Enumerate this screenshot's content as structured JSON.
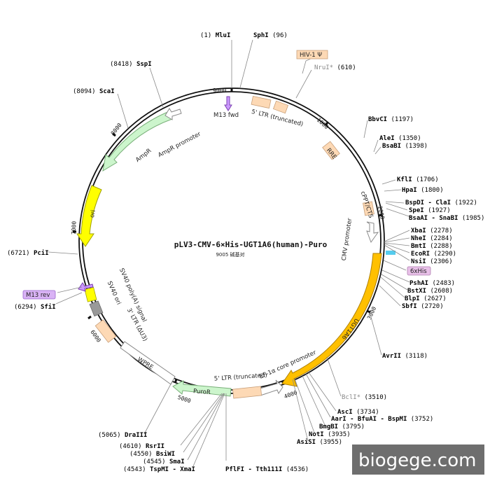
{
  "plasmid": {
    "name": "pLV3-CMV-6×His-UGT1A6(human)-Puro",
    "size_label": "9005 碱基对",
    "total_bp": 9005
  },
  "ticks": [
    "9000",
    "1000",
    "2000",
    "3000",
    "4000",
    "5000",
    "6000",
    "7000",
    "8000"
  ],
  "colors": {
    "ampr": "#ccf5cc",
    "ori": "#ffff00",
    "ugt": "#ffc000",
    "ltr": "#fdd9b5",
    "puro": "#ccf5cc",
    "sv40ori": "#999999",
    "primer": "#cc99ff",
    "his": "#55ccee",
    "cmv": "#ffffff"
  },
  "features": [
    {
      "label": "5' LTR (truncated)"
    },
    {
      "label": "RRE"
    },
    {
      "label": "cPPT/CTS"
    },
    {
      "label": "CMV promoter"
    },
    {
      "label": "UGT1A6"
    },
    {
      "label": "EF-1α core promoter"
    },
    {
      "label": "5' LTR (truncated)"
    },
    {
      "label": "PuroR"
    },
    {
      "label": "WPRE"
    },
    {
      "label": "3' LTR (ΔU3)"
    },
    {
      "label": "SV40 poly(A) signal"
    },
    {
      "label": "SV40 ori"
    },
    {
      "label": "ori"
    },
    {
      "label": "AmpR"
    },
    {
      "label": "AmpR promoter"
    },
    {
      "label": "M13 fwd"
    }
  ],
  "boxed_labels": [
    {
      "label": "HIV-1 Ψ"
    },
    {
      "label": "6xHis"
    },
    {
      "label": "M13 rev"
    }
  ],
  "sites": [
    {
      "pos": "(1)",
      "name": "MluI"
    },
    {
      "name": "SphI",
      "pos": "(96)"
    },
    {
      "name": "NruI*",
      "pos": "(610)"
    },
    {
      "name": "BbvCI",
      "pos": "(1197)"
    },
    {
      "name": "AleI",
      "pos": "(1350)"
    },
    {
      "name": "BsaBI",
      "pos": "(1398)"
    },
    {
      "name": "KflI",
      "pos": "(1706)"
    },
    {
      "name": "HpaI",
      "pos": "(1800)"
    },
    {
      "name": "BspDI - ClaI",
      "pos": "(1922)"
    },
    {
      "name": "SpeI",
      "pos": "(1927)"
    },
    {
      "name": "BsaAI - SnaBI",
      "pos": "(1985)"
    },
    {
      "name": "XbaI",
      "pos": "(2278)"
    },
    {
      "name": "NheI",
      "pos": "(2284)"
    },
    {
      "name": "BmtI",
      "pos": "(2288)"
    },
    {
      "name": "EcoRI",
      "pos": "(2290)"
    },
    {
      "name": "NsiI",
      "pos": "(2306)"
    },
    {
      "name": "PshAI",
      "pos": "(2483)"
    },
    {
      "name": "BstXI",
      "pos": "(2608)"
    },
    {
      "name": "BlpI",
      "pos": "(2627)"
    },
    {
      "name": "SbfI",
      "pos": "(2720)"
    },
    {
      "name": "AvrII",
      "pos": "(3118)"
    },
    {
      "name": "BclI*",
      "pos": "(3510)"
    },
    {
      "name": "AscI",
      "pos": "(3734)"
    },
    {
      "name": "AarI - BfuAI - BspMI",
      "pos": "(3752)"
    },
    {
      "name": "BmgBI",
      "pos": "(3795)"
    },
    {
      "name": "NotI",
      "pos": "(3935)"
    },
    {
      "name": "AsiSI",
      "pos": "(3955)"
    },
    {
      "name": "PflFI - Tth111I",
      "pos": "(4536)"
    },
    {
      "pos": "(4543)",
      "name": "TspMI - XmaI"
    },
    {
      "pos": "(4545)",
      "name": "SmaI"
    },
    {
      "pos": "(4550)",
      "name": "BsiWI"
    },
    {
      "pos": "(4610)",
      "name": "RsrII"
    },
    {
      "pos": "(5065)",
      "name": "DraIII"
    },
    {
      "pos": "(6294)",
      "name": "SfiI"
    },
    {
      "pos": "(6721)",
      "name": "PciI"
    },
    {
      "pos": "(8094)",
      "name": "ScaI"
    },
    {
      "pos": "(8418)",
      "name": "SspI"
    }
  ],
  "watermark": "biogege.com"
}
